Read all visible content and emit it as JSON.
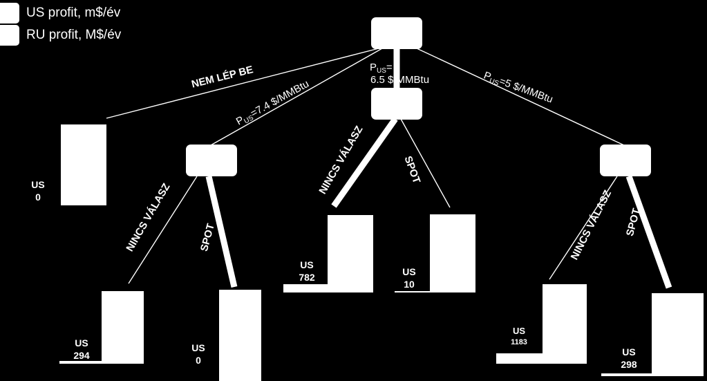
{
  "legend": {
    "us_label": "US profit, m$/év",
    "ru_label": "RU profit, M$/év"
  },
  "tree": {
    "branch_not_enter": "NEM LÉP BE",
    "branch_left_price_prefix": "P",
    "branch_left_price_sub": "US",
    "branch_left_price_suffix": "=7.4 $/MMBtu",
    "branch_mid_price_line1_prefix": "P",
    "branch_mid_price_line1_sub": "US",
    "branch_mid_price_line1_suffix": "=",
    "branch_mid_price_line2": "6.5 $/MMBtu",
    "branch_right_price_prefix": "P",
    "branch_right_price_sub": "US",
    "branch_right_price_suffix": "=5 $/MMBtu",
    "no_response": "NINCS VÁLASZ",
    "spot": "SPOT"
  },
  "payoffs": {
    "not_enter": {
      "label": "US",
      "value": "0"
    },
    "left_no_response": {
      "label": "US",
      "value": "294"
    },
    "left_spot": {
      "label": "US",
      "value": "0"
    },
    "mid_no_response": {
      "label": "US",
      "value": "782"
    },
    "mid_spot": {
      "label": "US",
      "value": "10"
    },
    "right_no_response": {
      "label": "US",
      "value": "1183"
    },
    "right_spot": {
      "label": "US",
      "value": "298"
    }
  }
}
